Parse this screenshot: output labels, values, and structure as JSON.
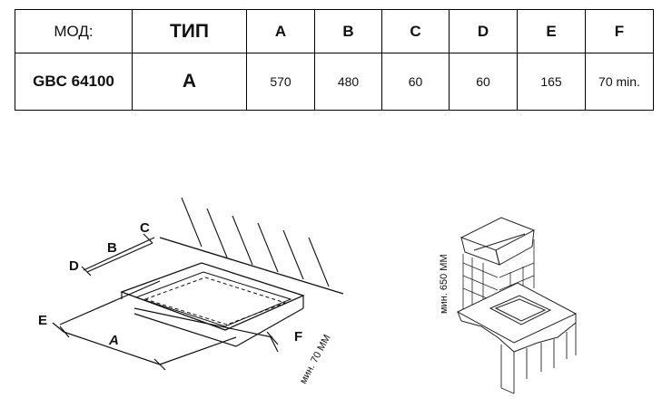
{
  "table": {
    "headers": [
      "МОД:",
      "ТИП",
      "A",
      "B",
      "C",
      "D",
      "E",
      "F"
    ],
    "row": [
      "GBC 64100",
      "A",
      "570",
      "480",
      "60",
      "60",
      "165",
      "70 min."
    ]
  },
  "left_diagram": {
    "labels": {
      "a": "A",
      "b": "B",
      "c": "C",
      "d": "D",
      "e": "E",
      "f": "F",
      "min_depth": "мин. 70 ММ"
    }
  },
  "right_diagram": {
    "labels": {
      "min_height": "мин. 650 ММ"
    }
  }
}
